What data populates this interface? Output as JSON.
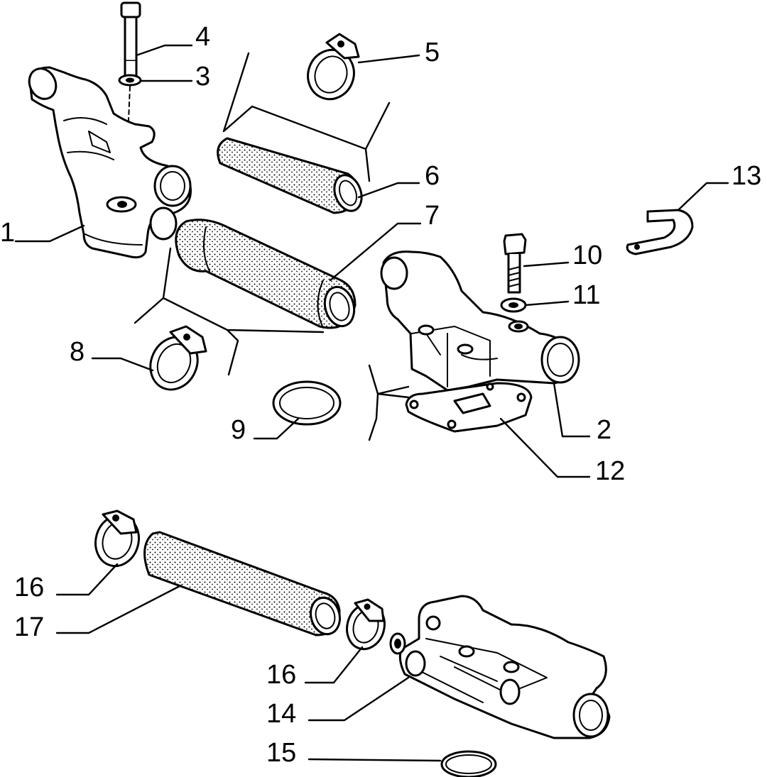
{
  "callouts": [
    {
      "id": "1",
      "text": "1"
    },
    {
      "id": "2",
      "text": "2"
    },
    {
      "id": "3",
      "text": "3"
    },
    {
      "id": "4",
      "text": "4"
    },
    {
      "id": "5",
      "text": "5"
    },
    {
      "id": "6",
      "text": "6"
    },
    {
      "id": "7",
      "text": "7"
    },
    {
      "id": "8",
      "text": "8"
    },
    {
      "id": "9",
      "text": "9"
    },
    {
      "id": "10",
      "text": "10"
    },
    {
      "id": "11",
      "text": "11"
    },
    {
      "id": "12",
      "text": "12"
    },
    {
      "id": "13",
      "text": "13"
    },
    {
      "id": "14",
      "text": "14"
    },
    {
      "id": "15",
      "text": "15"
    },
    {
      "id": "16a",
      "text": "16"
    },
    {
      "id": "16b",
      "text": "16"
    },
    {
      "id": "17",
      "text": "17"
    }
  ],
  "colors": {
    "line": "#000000",
    "background": "#ffffff"
  }
}
